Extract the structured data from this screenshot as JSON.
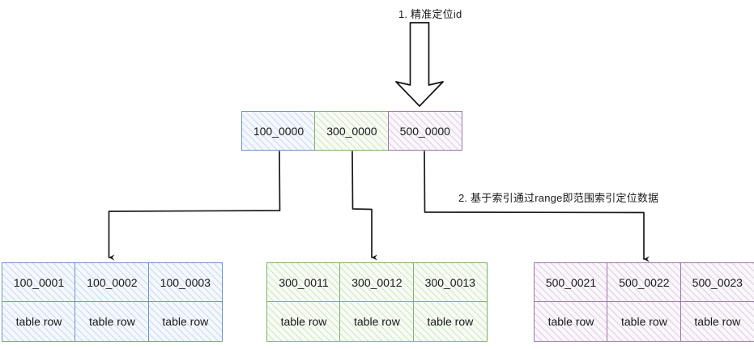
{
  "diagram": {
    "title_step1": "1. 精准定位id",
    "title_step2": "2. 基于索引通过range即范围索引定位数据",
    "colors": {
      "blue": "#7093c8",
      "green": "#7fb364",
      "purple": "#9d77ad",
      "connector": "#1a1a1a",
      "text": "#1a1a1a",
      "background": "#ffffff"
    },
    "root_node": {
      "name": "index-root-node",
      "cells": [
        {
          "label": "100_0000",
          "color": "blue"
        },
        {
          "label": "300_0000",
          "color": "green"
        },
        {
          "label": "500_0000",
          "color": "purple"
        }
      ]
    },
    "leaf_tables": [
      {
        "name": "leaf-table-blue",
        "color": "blue",
        "keys": [
          "100_0001",
          "100_0002",
          "100_0003"
        ],
        "rows": [
          "table row",
          "table row",
          "table row"
        ]
      },
      {
        "name": "leaf-table-green",
        "color": "green",
        "keys": [
          "300_0011",
          "300_0012",
          "300_0013"
        ],
        "rows": [
          "table row",
          "table row",
          "table row"
        ]
      },
      {
        "name": "leaf-table-purple",
        "color": "purple",
        "keys": [
          "500_0021",
          "500_0022",
          "500_0023"
        ],
        "rows": [
          "table row",
          "table row",
          "table row"
        ]
      }
    ],
    "icons": {
      "big_arrow": "thick-down-arrow-icon",
      "connector_blue": "connector-arrow-blue-icon",
      "connector_green": "connector-arrow-green-icon",
      "connector_purple": "connector-arrow-purple-icon"
    }
  }
}
